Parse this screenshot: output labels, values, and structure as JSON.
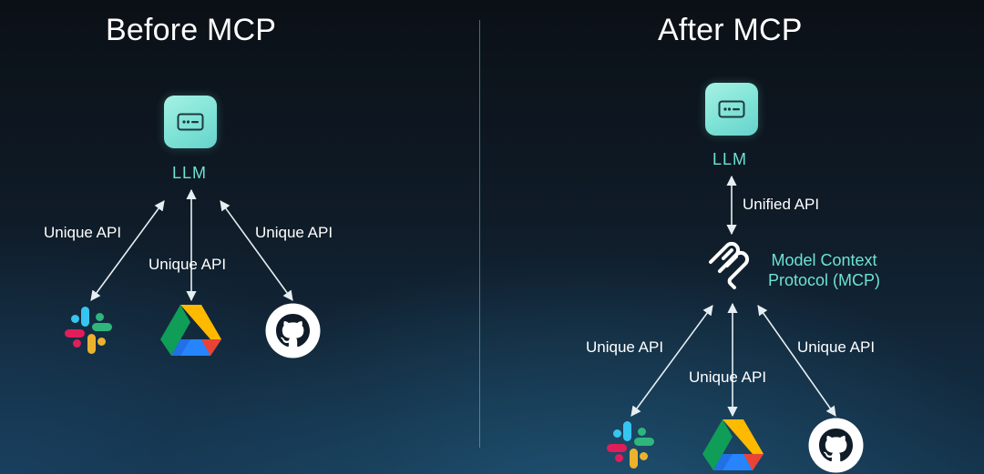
{
  "before": {
    "title": "Before MCP",
    "llm_label": "LLM",
    "api_left": "Unique API",
    "api_middle": "Unique API",
    "api_right": "Unique API",
    "services": [
      "slack-icon",
      "google-drive-icon",
      "github-icon"
    ]
  },
  "after": {
    "title": "After MCP",
    "llm_label": "LLM",
    "unified_api": "Unified API",
    "mcp_line1": "Model Context",
    "mcp_line2": "Protocol (MCP)",
    "api_left": "Unique API",
    "api_middle": "Unique API",
    "api_right": "Unique API",
    "services": [
      "slack-icon",
      "google-drive-icon",
      "github-icon"
    ]
  },
  "colors": {
    "accent": "#6fe2d2",
    "llm_box": "#7ee3d6",
    "arrow": "#e6eef2"
  }
}
